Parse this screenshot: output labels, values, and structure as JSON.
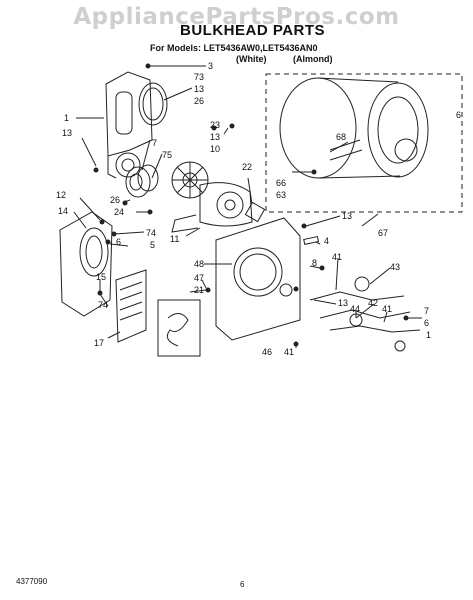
{
  "watermark": "AppliancePartsPros.com",
  "header": {
    "title": "BULKHEAD PARTS",
    "models": "For Models: LET5436AW0,LET5436AN0",
    "variants": [
      "(White)",
      "(Almond)"
    ]
  },
  "callouts": [
    "3",
    "73",
    "13",
    "26",
    "1",
    "13",
    "23",
    "13",
    "10",
    "7",
    "75",
    "22",
    "68",
    "6",
    "66",
    "63",
    "12",
    "26",
    "24",
    "14",
    "74",
    "6",
    "5",
    "11",
    "13",
    "4",
    "67",
    "48",
    "8",
    "41",
    "43",
    "15",
    "47",
    "21",
    "13",
    "42",
    "7",
    "74",
    "44",
    "41",
    "6",
    "17",
    "46",
    "41",
    "1"
  ],
  "footer": {
    "doc_number": "4377090",
    "page_number": "6"
  },
  "colors": {
    "line": "#222222",
    "watermark": "#cfcfcf",
    "background": "#ffffff"
  }
}
